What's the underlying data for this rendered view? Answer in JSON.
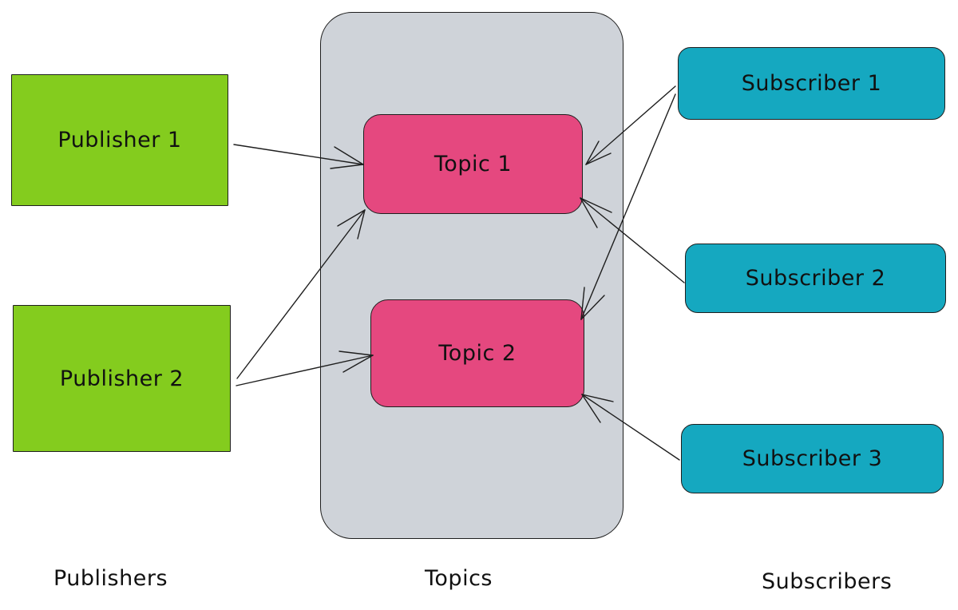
{
  "colors": {
    "publisher_fill": "#84cc1e",
    "topic_fill": "#e5487f",
    "subscriber_fill": "#15a8c0",
    "group_fill": "#cfd3d9",
    "stroke": "#1e1e1e"
  },
  "publishers": [
    {
      "label": "Publisher 1"
    },
    {
      "label": "Publisher 2"
    }
  ],
  "topics": [
    {
      "label": "Topic 1"
    },
    {
      "label": "Topic 2"
    }
  ],
  "subscribers": [
    {
      "label": "Subscriber 1"
    },
    {
      "label": "Subscriber 2"
    },
    {
      "label": "Subscriber 3"
    }
  ],
  "column_labels": {
    "publishers": "Publishers",
    "topics": "Topics",
    "subscribers": "Subscribers"
  },
  "connections": [
    {
      "from": "Publisher 1",
      "to": "Topic 1"
    },
    {
      "from": "Publisher 2",
      "to": "Topic 1"
    },
    {
      "from": "Publisher 2",
      "to": "Topic 2"
    },
    {
      "from": "Subscriber 1",
      "to": "Topic 1"
    },
    {
      "from": "Subscriber 1",
      "to": "Topic 2"
    },
    {
      "from": "Subscriber 2",
      "to": "Topic 1"
    },
    {
      "from": "Subscriber 3",
      "to": "Topic 2"
    }
  ]
}
